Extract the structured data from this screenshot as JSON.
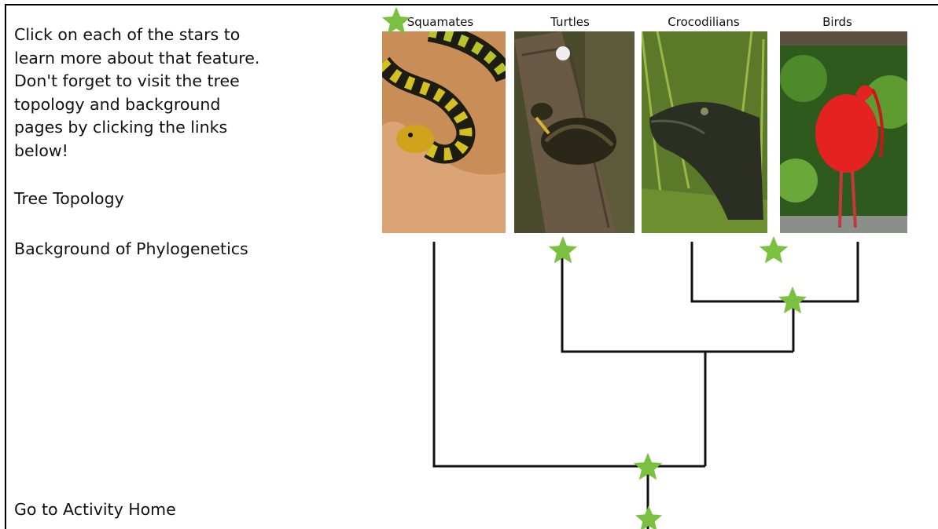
{
  "sidebar": {
    "intro_text": "Click on each of the stars to learn more about that feature.  Don't forget to visit the tree topology and background pages by clicking the links below!",
    "links": {
      "tree_topology": "Tree Topology",
      "background": "Background of Phylogenetics",
      "activity_home": "Go to Activity Home"
    }
  },
  "tree": {
    "taxa": [
      "Squamates",
      "Turtles",
      "Crocodilians",
      "Birds"
    ],
    "photos": [
      "snake-photo",
      "turtle-photo",
      "crocodilian-photo",
      "scarlet-ibis-photo"
    ],
    "star_color": "#7ac142",
    "line_color": "#111111",
    "star_icon": "star-icon"
  }
}
